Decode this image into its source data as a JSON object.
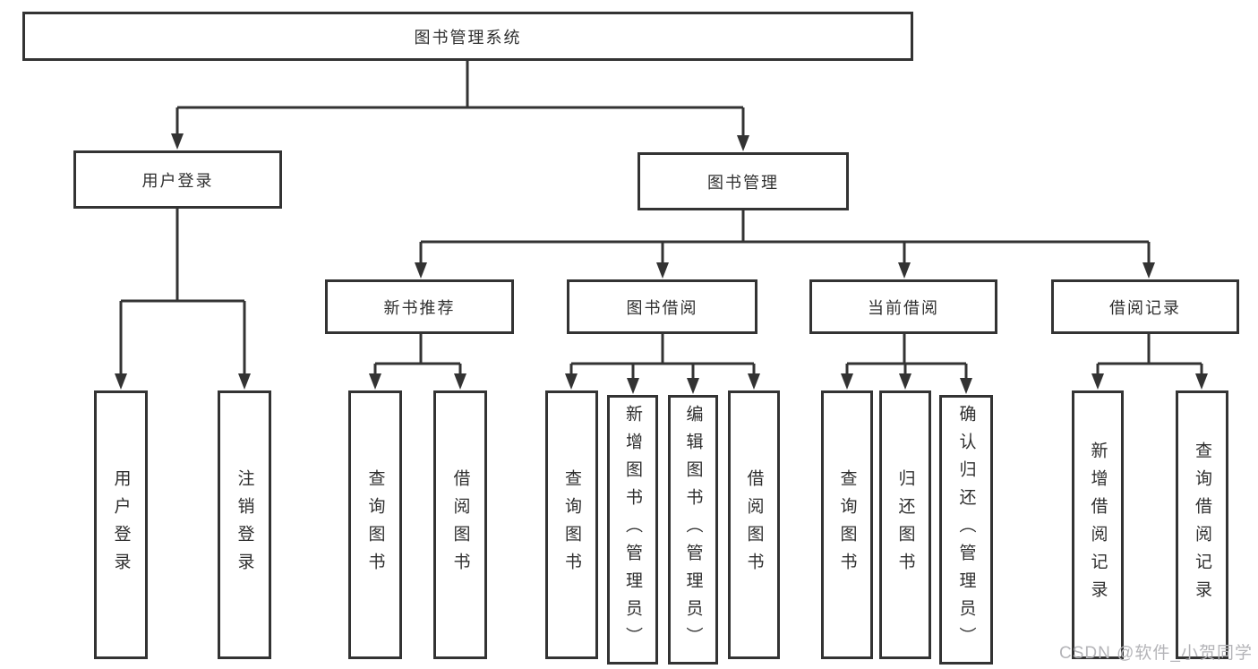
{
  "tree": {
    "label": "图书管理系统",
    "children": [
      {
        "label": "用户登录",
        "children": [
          {
            "label": "用户登录"
          },
          {
            "label": "注销登录"
          }
        ]
      },
      {
        "label": "图书管理",
        "children": [
          {
            "label": "新书推荐",
            "children": [
              {
                "label": "查询图书"
              },
              {
                "label": "借阅图书"
              }
            ]
          },
          {
            "label": "图书借阅",
            "children": [
              {
                "label": "查询图书"
              },
              {
                "label": "新增图书（管理员）"
              },
              {
                "label": "编辑图书（管理员）"
              },
              {
                "label": "借阅图书"
              }
            ]
          },
          {
            "label": "当前借阅",
            "children": [
              {
                "label": "查询图书"
              },
              {
                "label": "归还图书"
              },
              {
                "label": "确认归还（管理员）"
              }
            ]
          },
          {
            "label": "借阅记录",
            "children": [
              {
                "label": "新增借阅记录"
              },
              {
                "label": "查询借阅记录"
              }
            ]
          }
        ]
      }
    ]
  },
  "watermark": {
    "text": "CSDN @软件_小贺同学"
  },
  "colors": {
    "line": "#333333",
    "text": "#2f2f2f",
    "watermark": "#b4b4b8",
    "background": "#ffffff"
  }
}
